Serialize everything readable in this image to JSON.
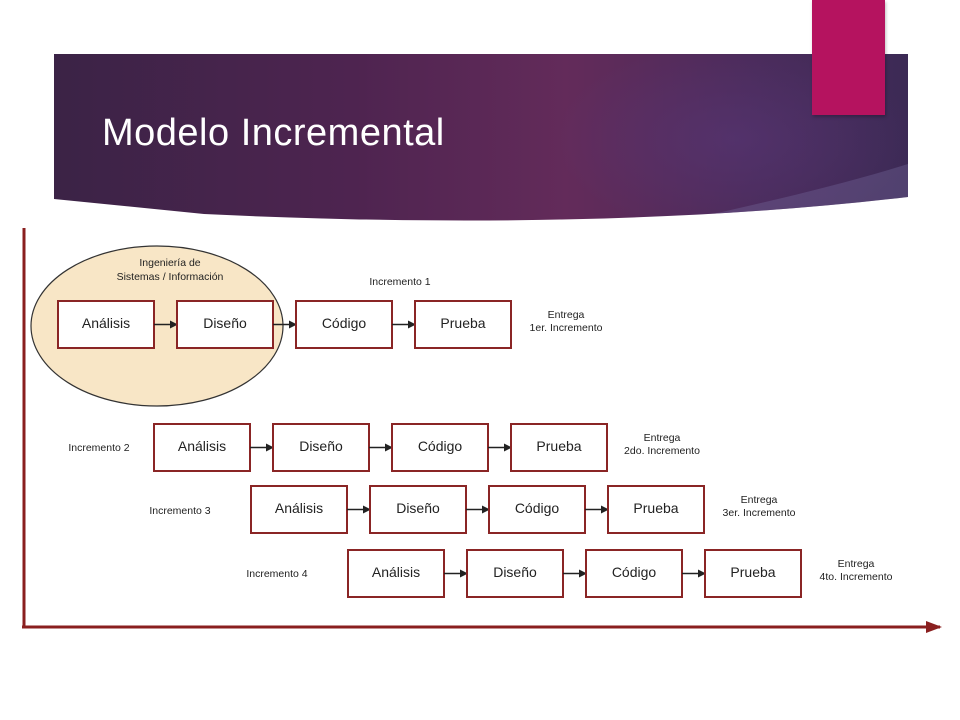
{
  "slide": {
    "title": "Modelo Incremental",
    "colors": {
      "banner": "#4e2450",
      "tab": "#b5135f",
      "box_border": "#8a2525",
      "ellipse_fill": "#f8e6c6",
      "axis": "#8a1f1f"
    }
  },
  "diagram": {
    "ellipse_label": [
      "Ingeniería de",
      "Sistemas / Información"
    ],
    "increments": [
      {
        "label": "Incremento 1",
        "stages": [
          "Análisis",
          "Diseño",
          "Código",
          "Prueba"
        ],
        "delivery": [
          "Entrega",
          "1er. Incremento"
        ]
      },
      {
        "label": "Incremento 2",
        "stages": [
          "Análisis",
          "Diseño",
          "Código",
          "Prueba"
        ],
        "delivery": [
          "Entrega",
          "2do. Incremento"
        ]
      },
      {
        "label": "Incremento 3",
        "stages": [
          "Análisis",
          "Diseño",
          "Código",
          "Prueba"
        ],
        "delivery": [
          "Entrega",
          "3er. Incremento"
        ]
      },
      {
        "label": "Incremento 4",
        "stages": [
          "Análisis",
          "Diseño",
          "Código",
          "Prueba"
        ],
        "delivery": [
          "Entrega",
          "4to. Incremento"
        ]
      }
    ]
  }
}
